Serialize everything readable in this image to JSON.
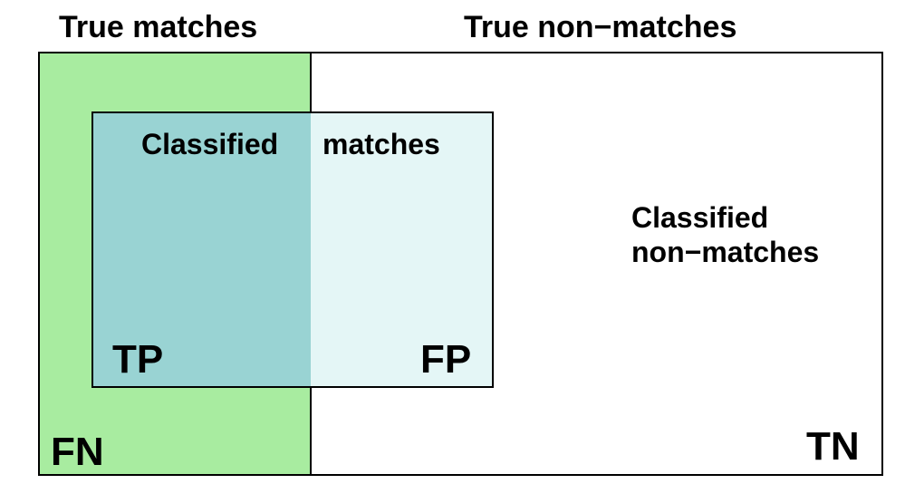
{
  "headers": {
    "true_matches": "True matches",
    "true_non_matches": "True non−matches"
  },
  "regions": {
    "classified_matches_part1": "Classified",
    "classified_matches_part2": "matches",
    "classified_non_matches_line1": "Classified",
    "classified_non_matches_line2": "non−matches"
  },
  "quadrants": {
    "tp": "TP",
    "fp": "FP",
    "fn": "FN",
    "tn": "TN"
  },
  "colors": {
    "true_matches_fill": "#a8eca0",
    "true_positive_fill": "#99d3d3",
    "false_positive_fill": "#e4f6f6",
    "background": "#ffffff",
    "border": "#000000"
  }
}
